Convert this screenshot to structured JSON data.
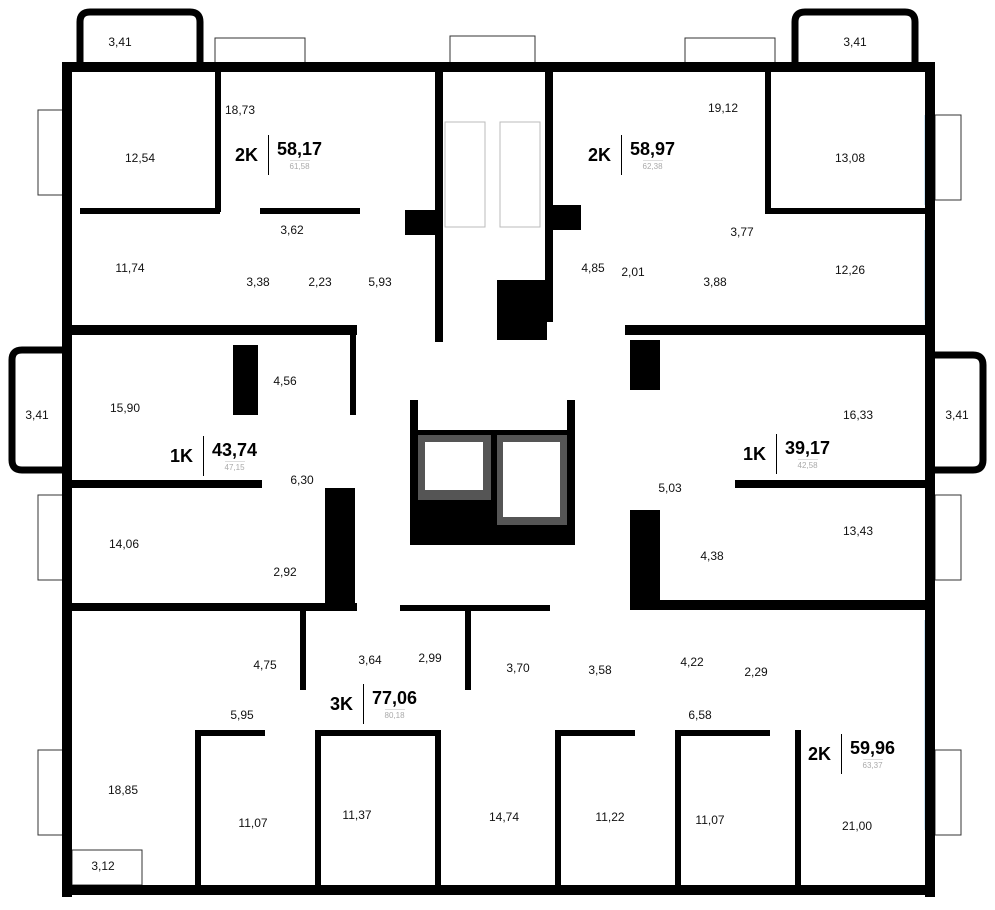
{
  "colors": {
    "wall": "#000000",
    "window": "#cfe6f5",
    "lift": "#555555"
  },
  "apartments": [
    {
      "type": "2K",
      "area": "58,17",
      "total": "61,58"
    },
    {
      "type": "2K",
      "area": "58,97",
      "total": "62,38"
    },
    {
      "type": "1K",
      "area": "43,74",
      "total": "47,15"
    },
    {
      "type": "1K",
      "area": "39,17",
      "total": "42,58"
    },
    {
      "type": "3K",
      "area": "77,06",
      "total": "80,18"
    },
    {
      "type": "2K",
      "area": "59,96",
      "total": "63,37"
    }
  ],
  "rooms": [
    "3,41",
    "18,73",
    "12,54",
    "3,62",
    "11,74",
    "3,38",
    "2,23",
    "5,93",
    "3,41",
    "19,12",
    "13,08",
    "3,77",
    "4,85",
    "2,01",
    "3,88",
    "12,26",
    "3,41",
    "15,90",
    "4,56",
    "6,30",
    "14,06",
    "2,92",
    "16,33",
    "3,41",
    "5,03",
    "13,43",
    "4,38",
    "4,75",
    "3,64",
    "2,99",
    "3,70",
    "3,58",
    "4,22",
    "2,29",
    "5,95",
    "6,58",
    "18,85",
    "11,07",
    "11,37",
    "14,74",
    "11,22",
    "11,07",
    "21,00",
    "3,12"
  ]
}
